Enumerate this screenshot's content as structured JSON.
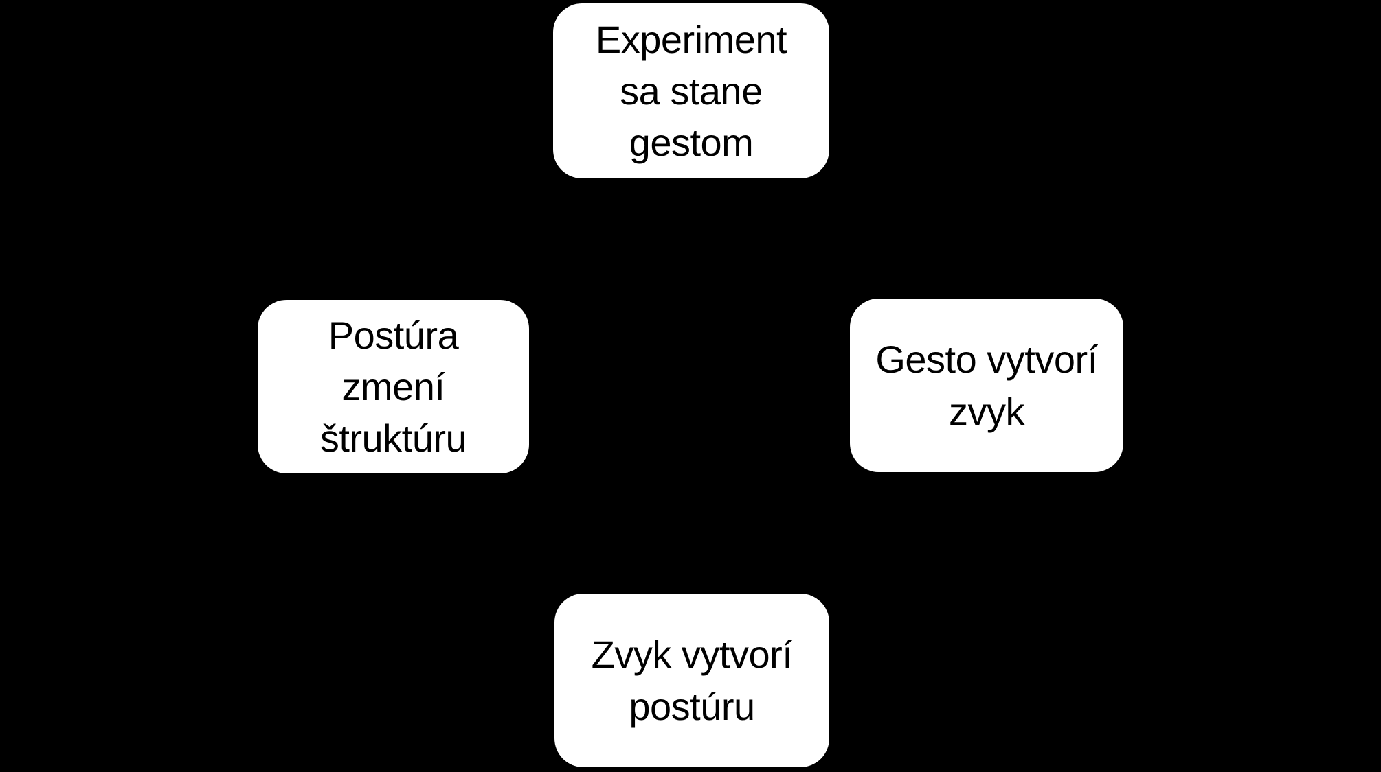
{
  "page": {
    "background_color": "#000000"
  },
  "diagram": {
    "type": "cycle",
    "node_fill_color": "#ffffff",
    "node_text_color": "#000000",
    "nodes": [
      {
        "position": "top",
        "label": "Experiment\nsa stane\ngestom"
      },
      {
        "position": "right",
        "label": "Gesto vytvorí\nzvyk"
      },
      {
        "position": "bottom",
        "label": "Zvyk vytvorí\npostúru"
      },
      {
        "position": "left",
        "label": "Postúra\nzmení\nštruktúru"
      }
    ]
  }
}
